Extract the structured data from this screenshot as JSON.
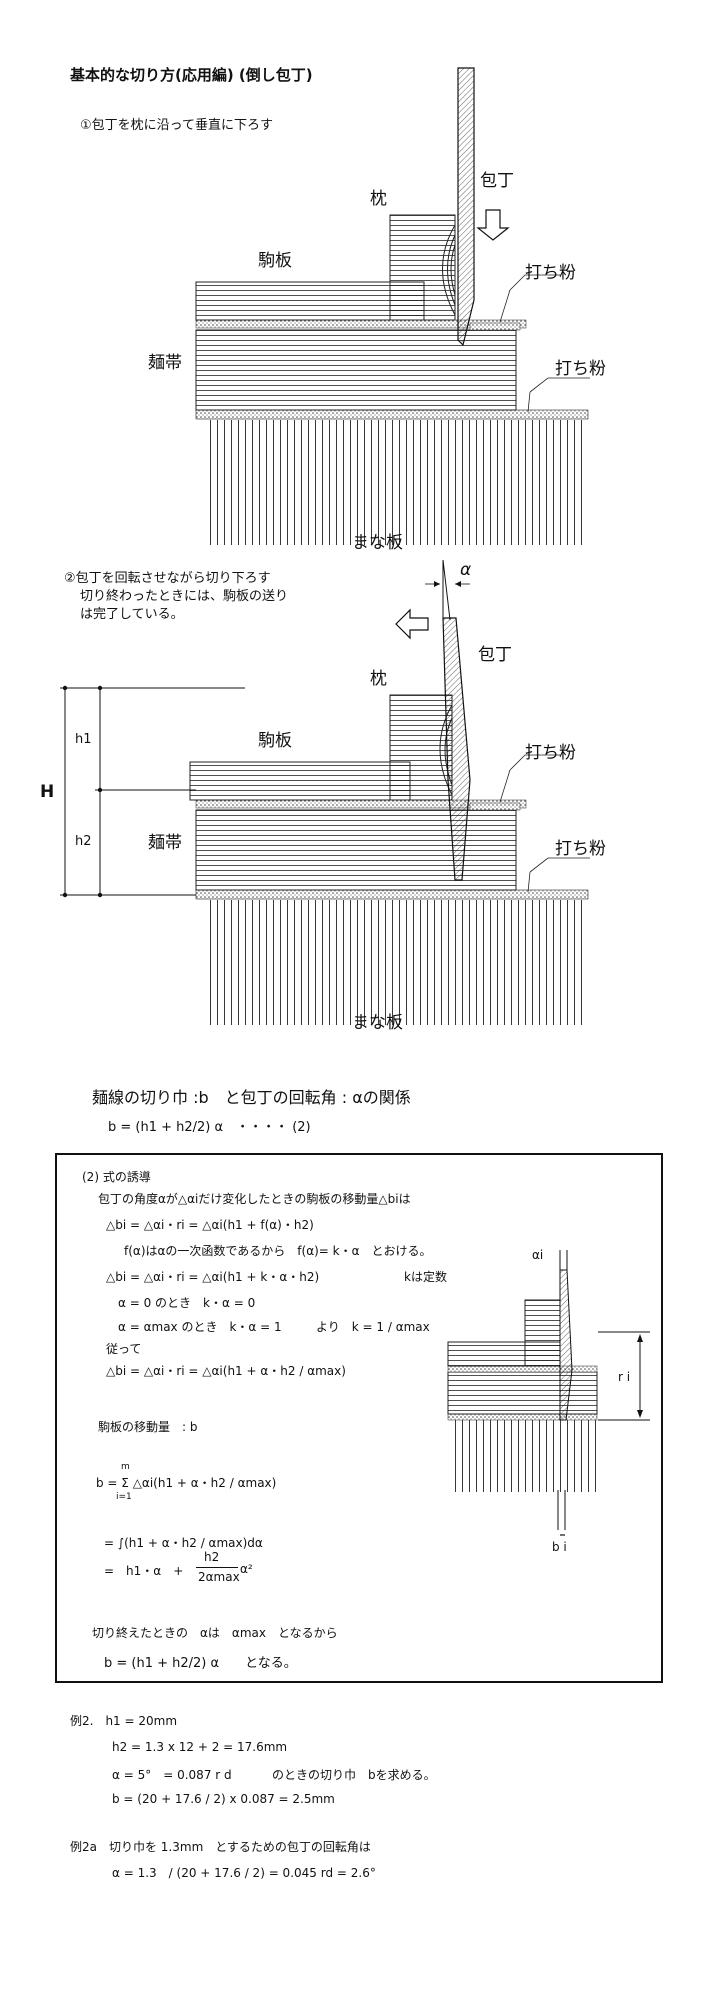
{
  "header": {
    "title": "基本的な切り方(応用編) (倒し包丁)"
  },
  "step1": {
    "text": "①包丁を枕に沿って垂直に下ろす",
    "labels": {
      "knife": "包丁",
      "pillow": "枕",
      "koma": "駒板",
      "powder_top": "打ち粉",
      "men": "麺帯",
      "powder_bottom": "打ち粉",
      "board": "まな板"
    }
  },
  "step2": {
    "text_line1": "②包丁を回転させながら切り下ろす",
    "text_line2": "切り終わったときには、駒板の送り",
    "text_line3": "は完了している。",
    "alpha": "α",
    "labels": {
      "knife": "包丁",
      "pillow": "枕",
      "koma": "駒板",
      "powder_top": "打ち粉",
      "men": "麺帯",
      "powder_bottom": "打ち粉",
      "board": "まな板",
      "H": "H",
      "h1": "h1",
      "h2": "h2"
    }
  },
  "relation": {
    "heading": "麺線の切り巾 :b　と包丁の回転角 : αの関係",
    "formula": "b = (h1 + h2/2) α　・・・・ (2)"
  },
  "derivation": {
    "title": "(2) 式の誘導",
    "l1": "包丁の角度αが△αiだけ変化したときの駒板の移動量△biは",
    "l2": "△bi = △αi・ri = △αi(h1 + f(α)・h2)",
    "l3": "f(α)はαの一次函数であるから　f(α)= k・α　とおける。",
    "l4": "△bi = △αi・ri = △αi(h1 + k・α・h2)",
    "l4b": "kは定数",
    "l5": "α = 0 のとき　k・α = 0",
    "l6": "α = αmax のとき　k・α = 1",
    "l6b": "より　k = 1 / αmax",
    "l7": "従って",
    "l8": "△bi = △αi・ri = △αi(h1 + α・h2 / αmax)",
    "l9": "駒板の移動量　: b",
    "l10": "b = Σ △αi(h1 + α・h2 / αmax)",
    "l10_sup": "m",
    "l10_sub": "i=1",
    "l11": "= ∫(h1 + α・h2 / αmax)dα",
    "l12a": "=　h1・α　+",
    "l12_num": "h2",
    "l12_den": "2αmax",
    "l12b": "α²",
    "l13": "切り終えたときの　αは　αmax　となるから",
    "l14": "b = (h1 + h2/2) α　　となる。",
    "fig_ai": "αi",
    "fig_ri": "r i",
    "fig_bi": "b i"
  },
  "example2": {
    "l1": "例2.　h1 = 20mm",
    "l2": "h2 = 1.3 x 12 + 2 = 17.6mm",
    "l3": "α = 5°　= 0.087 r d",
    "l3b": "のときの切り巾　bを求める。",
    "l4": "b = (20 + 17.6 / 2) x 0.087 = 2.5mm"
  },
  "example2a": {
    "l1": "例2a　切り巾を 1.3mm　とするための包丁の回転角は",
    "l2": "α = 1.3　/ (20 + 17.6 / 2) = 0.045 rd = 2.6°"
  }
}
